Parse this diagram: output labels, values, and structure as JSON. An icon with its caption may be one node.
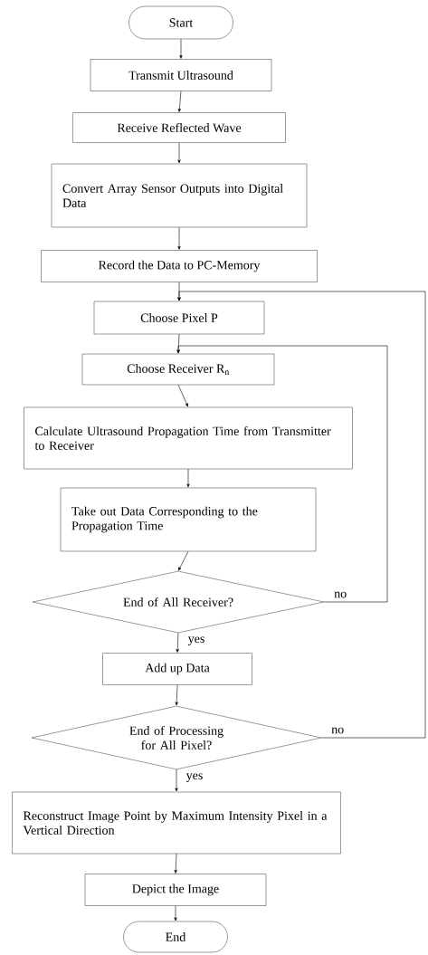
{
  "diagram": {
    "nodes": [
      {
        "text": [
          "Start"
        ]
      },
      {
        "text": [
          "Transmit Ultrasound"
        ]
      },
      {
        "text": [
          "Receive Reflected Wave"
        ]
      },
      {
        "text": [
          "Convert Array Sensor Outputs into Digital Data"
        ]
      },
      {
        "text": [
          "Record the Data to PC-Memory"
        ]
      },
      {
        "text": [
          "Choose Pixel P"
        ]
      },
      {
        "text": [
          "Choose Receiver R$_{n}$"
        ]
      },
      {
        "text": [
          "Calculate Ultrasound Propagation Time from Transmitter to Receiver"
        ]
      },
      {
        "text": [
          "Take out Data Corresponding to the Propagation Time"
        ]
      },
      {
        "text": [
          "End of All Receiver?"
        ]
      },
      {
        "text": [
          "Add up Data"
        ]
      },
      {
        "text": [
          "End of Processing for All Pixel?"
        ]
      },
      {
        "text": [
          "Reconstruct Image Point by Maximum Intensity Pixel in a Vertical Direction"
        ]
      },
      {
        "text": [
          "Depict the Image"
        ]
      },
      {
        "text": [
          "End"
        ]
      }
    ],
    "edges": [
      {
        "from": 0,
        "to": 1,
        "arrow": "to"
      },
      {
        "from": 1,
        "to": 2,
        "arrow": "to"
      },
      {
        "from": 2,
        "to": 3,
        "arrow": "to"
      },
      {
        "from": 3,
        "to": 4,
        "arrow": "to"
      },
      {
        "from": 4,
        "to": 5,
        "arrow": "to"
      },
      {
        "from": 5,
        "to": 6,
        "arrow": "to"
      },
      {
        "from": 6,
        "to": 7,
        "arrow": "to"
      },
      {
        "from": 7,
        "to": 8,
        "arrow": "to"
      },
      {
        "from": 8,
        "to": 9,
        "arrow": "to"
      },
      {
        "from": 9,
        "to": 10,
        "arrow": "to",
        "label": "yes"
      },
      {
        "from": 9,
        "to": 6,
        "arrow": "to",
        "label": "no"
      },
      {
        "from": 10,
        "to": 11,
        "arrow": "to"
      },
      {
        "from": 11,
        "to": 12,
        "arrow": "to",
        "label": "yes"
      },
      {
        "from": 11,
        "to": 5,
        "arrow": "to",
        "label": "no"
      },
      {
        "from": 12,
        "to": 13,
        "arrow": "to"
      },
      {
        "from": 13,
        "to": 14,
        "arrow": "to"
      }
    ]
  }
}
